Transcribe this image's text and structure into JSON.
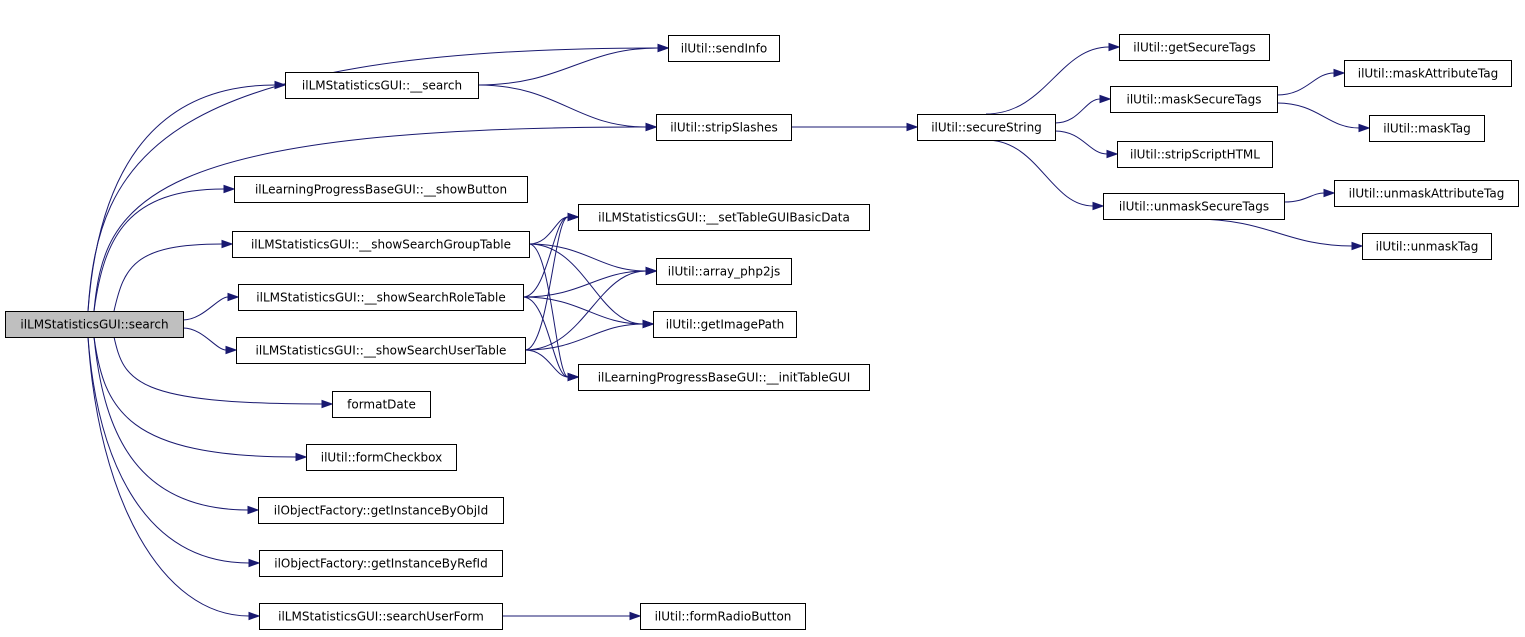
{
  "graph": {
    "colors": {
      "edge": "#191970",
      "root_fill": "#bfbfbf",
      "node_fill": "#ffffff",
      "node_border": "#000000"
    },
    "nodes": [
      {
        "id": "search",
        "label": "ilLMStatisticsGUI::search",
        "root": true
      },
      {
        "id": "sendInfo",
        "label": "ilUtil::sendInfo"
      },
      {
        "id": "__search",
        "label": "ilLMStatisticsGUI::__search"
      },
      {
        "id": "stripSlashes",
        "label": "ilUtil::stripSlashes"
      },
      {
        "id": "secureString",
        "label": "ilUtil::secureString"
      },
      {
        "id": "getSecureTags",
        "label": "ilUtil::getSecureTags"
      },
      {
        "id": "maskSecureTags",
        "label": "ilUtil::maskSecureTags"
      },
      {
        "id": "maskAttributeTag",
        "label": "ilUtil::maskAttributeTag"
      },
      {
        "id": "maskTag",
        "label": "ilUtil::maskTag"
      },
      {
        "id": "stripScriptHTML",
        "label": "ilUtil::stripScriptHTML"
      },
      {
        "id": "unmaskSecureTags",
        "label": "ilUtil::unmaskSecureTags"
      },
      {
        "id": "unmaskAttributeTag",
        "label": "ilUtil::unmaskAttributeTag"
      },
      {
        "id": "unmaskTag",
        "label": "ilUtil::unmaskTag"
      },
      {
        "id": "showButton",
        "label": "ilLearningProgressBaseGUI::__showButton"
      },
      {
        "id": "showSearchGroupTable",
        "label": "ilLMStatisticsGUI::__showSearchGroupTable"
      },
      {
        "id": "setTableGUIBasicData",
        "label": "ilLMStatisticsGUI::__setTableGUIBasicData"
      },
      {
        "id": "array_php2js",
        "label": "ilUtil::array_php2js"
      },
      {
        "id": "showSearchRoleTable",
        "label": "ilLMStatisticsGUI::__showSearchRoleTable"
      },
      {
        "id": "getImagePath",
        "label": "ilUtil::getImagePath"
      },
      {
        "id": "showSearchUserTable",
        "label": "ilLMStatisticsGUI::__showSearchUserTable"
      },
      {
        "id": "initTableGUI",
        "label": "ilLearningProgressBaseGUI::__initTableGUI"
      },
      {
        "id": "formatDate",
        "label": "formatDate"
      },
      {
        "id": "formCheckbox",
        "label": "ilUtil::formCheckbox"
      },
      {
        "id": "getInstanceByObjId",
        "label": "ilObjectFactory::getInstanceByObjId"
      },
      {
        "id": "getInstanceByRefId",
        "label": "ilObjectFactory::getInstanceByRefId"
      },
      {
        "id": "searchUserForm",
        "label": "ilLMStatisticsGUI::searchUserForm"
      },
      {
        "id": "formRadioButton",
        "label": "ilUtil::formRadioButton"
      }
    ],
    "edges": [
      [
        "search",
        "sendInfo"
      ],
      [
        "search",
        "__search"
      ],
      [
        "search",
        "stripSlashes"
      ],
      [
        "search",
        "showButton"
      ],
      [
        "search",
        "showSearchGroupTable"
      ],
      [
        "search",
        "showSearchRoleTable"
      ],
      [
        "search",
        "showSearchUserTable"
      ],
      [
        "search",
        "formatDate"
      ],
      [
        "search",
        "formCheckbox"
      ],
      [
        "search",
        "getInstanceByObjId"
      ],
      [
        "search",
        "getInstanceByRefId"
      ],
      [
        "search",
        "searchUserForm"
      ],
      [
        "__search",
        "sendInfo"
      ],
      [
        "__search",
        "stripSlashes"
      ],
      [
        "stripSlashes",
        "secureString"
      ],
      [
        "secureString",
        "getSecureTags"
      ],
      [
        "secureString",
        "maskSecureTags"
      ],
      [
        "secureString",
        "stripScriptHTML"
      ],
      [
        "secureString",
        "unmaskSecureTags"
      ],
      [
        "maskSecureTags",
        "maskAttributeTag"
      ],
      [
        "maskSecureTags",
        "maskTag"
      ],
      [
        "unmaskSecureTags",
        "unmaskAttributeTag"
      ],
      [
        "unmaskSecureTags",
        "unmaskTag"
      ],
      [
        "showSearchGroupTable",
        "setTableGUIBasicData"
      ],
      [
        "showSearchGroupTable",
        "array_php2js"
      ],
      [
        "showSearchGroupTable",
        "getImagePath"
      ],
      [
        "showSearchGroupTable",
        "initTableGUI"
      ],
      [
        "showSearchRoleTable",
        "setTableGUIBasicData"
      ],
      [
        "showSearchRoleTable",
        "array_php2js"
      ],
      [
        "showSearchRoleTable",
        "getImagePath"
      ],
      [
        "showSearchRoleTable",
        "initTableGUI"
      ],
      [
        "showSearchUserTable",
        "setTableGUIBasicData"
      ],
      [
        "showSearchUserTable",
        "array_php2js"
      ],
      [
        "showSearchUserTable",
        "getImagePath"
      ],
      [
        "showSearchUserTable",
        "initTableGUI"
      ],
      [
        "searchUserForm",
        "formRadioButton"
      ]
    ]
  }
}
